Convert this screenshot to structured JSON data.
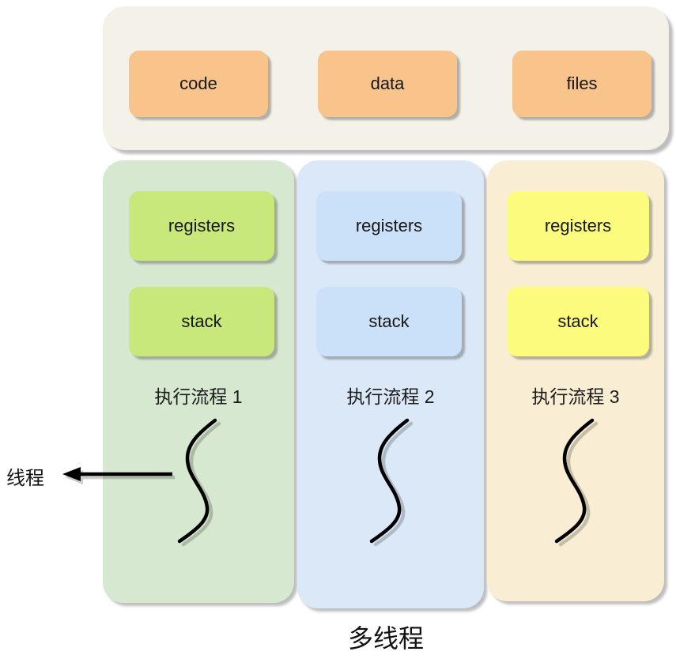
{
  "shared_region": {
    "boxes": [
      {
        "label": "code"
      },
      {
        "label": "data"
      },
      {
        "label": "files"
      }
    ]
  },
  "threads": [
    {
      "flow_label": "执行流程 1",
      "registers_label": "registers",
      "stack_label": "stack"
    },
    {
      "flow_label": "执行流程 2",
      "registers_label": "registers",
      "stack_label": "stack"
    },
    {
      "flow_label": "执行流程 3",
      "registers_label": "registers",
      "stack_label": "stack"
    }
  ],
  "annotations": {
    "thread_label": "线程",
    "caption": "多线程"
  },
  "colors": {
    "shared_bg": "#f4f1e8",
    "shared_box": "#f9c48c",
    "thread1_bg": "#d6e8cf",
    "thread1_box": "#c8e87c",
    "thread2_bg": "#dae8f8",
    "thread2_box": "#cbe1fa",
    "thread3_bg": "#f9eed3",
    "thread3_box": "#fdfb7d"
  }
}
